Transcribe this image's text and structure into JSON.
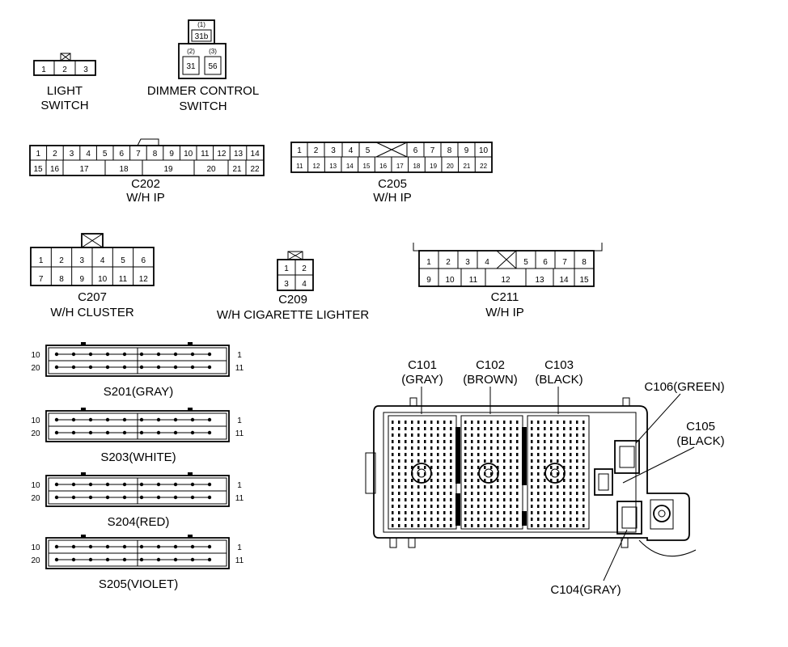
{
  "light_switch": {
    "pins": [
      "1",
      "2",
      "3"
    ],
    "label_line1": "LIGHT",
    "label_line2": "SWITCH"
  },
  "dimmer_switch": {
    "pin_labels": [
      "(1)",
      "(2)",
      "(3)"
    ],
    "pins": [
      "31b",
      "31",
      "56"
    ],
    "label_line1": "DIMMER CONTROL",
    "label_line2": "SWITCH"
  },
  "c202": {
    "top": [
      "1",
      "2",
      "3",
      "4",
      "5",
      "6",
      "7",
      "8",
      "9",
      "10",
      "11",
      "12",
      "13",
      "14"
    ],
    "bottom": [
      "15",
      "16",
      "17",
      "18",
      "19",
      "20",
      "21",
      "22"
    ],
    "name": "C202",
    "desc": "W/H IP"
  },
  "c205": {
    "top": [
      "1",
      "2",
      "3",
      "4",
      "5",
      "6",
      "7",
      "8",
      "9",
      "10"
    ],
    "bottom": [
      "11",
      "12",
      "13",
      "14",
      "15",
      "16",
      "17",
      "18",
      "19",
      "20",
      "21",
      "22"
    ],
    "name": "C205",
    "desc": "W/H IP"
  },
  "c207": {
    "top": [
      "1",
      "2",
      "3",
      "4",
      "5",
      "6"
    ],
    "bottom": [
      "7",
      "8",
      "9",
      "10",
      "11",
      "12"
    ],
    "name": "C207",
    "desc": "W/H CLUSTER"
  },
  "c209": {
    "top": [
      "1",
      "2"
    ],
    "bottom": [
      "3",
      "4"
    ],
    "name": "C209",
    "desc": "W/H CIGARETTE LIGHTER"
  },
  "c211": {
    "top": [
      "1",
      "2",
      "3",
      "4",
      "5",
      "6",
      "7",
      "8"
    ],
    "bottom": [
      "9",
      "10",
      "11",
      "12",
      "13",
      "14",
      "15"
    ],
    "name": "C211",
    "desc": "W/H IP"
  },
  "splices": {
    "left_top": "10",
    "left_bottom": "20",
    "right_top": "1",
    "right_bottom": "11",
    "items": [
      {
        "label": "S201(GRAY)"
      },
      {
        "label": "S203(WHITE)"
      },
      {
        "label": "S204(RED)"
      },
      {
        "label": "S205(VIOLET)"
      }
    ]
  },
  "fuse_block": {
    "c101": {
      "name": "C101",
      "color": "(GRAY)"
    },
    "c102": {
      "name": "C102",
      "color": "(BROWN)"
    },
    "c103": {
      "name": "C103",
      "color": "(BLACK)"
    },
    "c106": "C106(GREEN)",
    "c105": {
      "name": "C105",
      "color": "(BLACK)"
    },
    "c104": "C104(GRAY)"
  }
}
